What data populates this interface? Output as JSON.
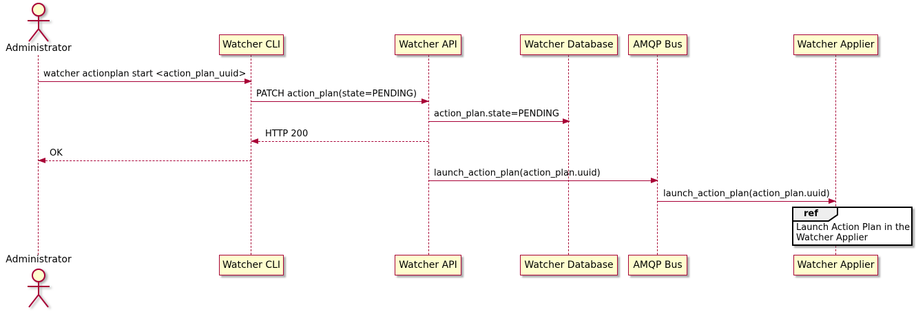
{
  "colors": {
    "accent": "#A80036",
    "participant_fill": "#FEFECE",
    "ref_header_fill": "#EEEEEE",
    "ref_border": "#000000",
    "text": "#000000",
    "background": "#FFFFFF"
  },
  "actor": {
    "label": "Administrator"
  },
  "participants": [
    {
      "label": "Watcher CLI"
    },
    {
      "label": "Watcher API"
    },
    {
      "label": "Watcher Database"
    },
    {
      "label": "AMQP Bus"
    },
    {
      "label": "Watcher Applier"
    }
  ],
  "messages": [
    {
      "from": "Administrator",
      "to": "Watcher CLI",
      "label": "watcher actionplan start <action_plan_uuid>",
      "line": "solid",
      "direction": "right"
    },
    {
      "from": "Watcher CLI",
      "to": "Watcher API",
      "label": "PATCH action_plan(state=PENDING)",
      "line": "solid",
      "direction": "right"
    },
    {
      "from": "Watcher API",
      "to": "Watcher Database",
      "label": "action_plan.state=PENDING",
      "line": "solid",
      "direction": "right"
    },
    {
      "from": "Watcher API",
      "to": "Watcher CLI",
      "label": "HTTP 200",
      "line": "dashed",
      "direction": "left"
    },
    {
      "from": "Watcher CLI",
      "to": "Administrator",
      "label": "OK",
      "line": "dashed",
      "direction": "left"
    },
    {
      "from": "Watcher API",
      "to": "AMQP Bus",
      "label": "launch_action_plan(action_plan.uuid)",
      "line": "solid",
      "direction": "right"
    },
    {
      "from": "AMQP Bus",
      "to": "Watcher Applier",
      "label": "launch_action_plan(action_plan.uuid)",
      "line": "solid",
      "direction": "right"
    }
  ],
  "ref": {
    "keyword": "ref",
    "over": "Watcher Applier",
    "line1": "Launch Action Plan in the",
    "line2": "Watcher Applier"
  }
}
